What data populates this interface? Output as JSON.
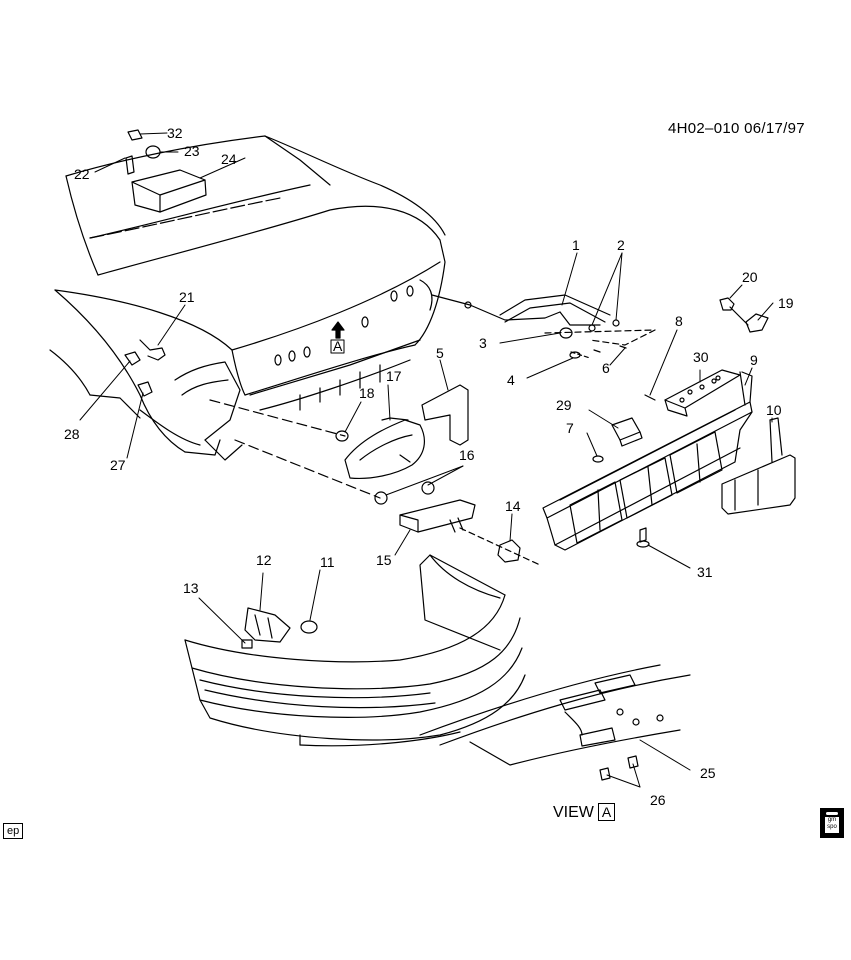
{
  "header": {
    "drawing_code": "4H02–010  06/17/97"
  },
  "view_label": {
    "text": "VIEW",
    "ref": "A"
  },
  "markers": {
    "view_ref_on_body": "A"
  },
  "callouts": [
    {
      "id": "c1",
      "label": "1"
    },
    {
      "id": "c2",
      "label": "2"
    },
    {
      "id": "c3",
      "label": "3"
    },
    {
      "id": "c4",
      "label": "4"
    },
    {
      "id": "c5",
      "label": "5"
    },
    {
      "id": "c6",
      "label": "6"
    },
    {
      "id": "c7",
      "label": "7"
    },
    {
      "id": "c8",
      "label": "8"
    },
    {
      "id": "c9",
      "label": "9"
    },
    {
      "id": "c10",
      "label": "10"
    },
    {
      "id": "c11",
      "label": "11"
    },
    {
      "id": "c12",
      "label": "12"
    },
    {
      "id": "c13",
      "label": "13"
    },
    {
      "id": "c14",
      "label": "14"
    },
    {
      "id": "c15",
      "label": "15"
    },
    {
      "id": "c16",
      "label": "16"
    },
    {
      "id": "c17",
      "label": "17"
    },
    {
      "id": "c18",
      "label": "18"
    },
    {
      "id": "c19",
      "label": "19"
    },
    {
      "id": "c20",
      "label": "20"
    },
    {
      "id": "c21",
      "label": "21"
    },
    {
      "id": "c22",
      "label": "22"
    },
    {
      "id": "c23",
      "label": "23"
    },
    {
      "id": "c24",
      "label": "24"
    },
    {
      "id": "c25",
      "label": "25"
    },
    {
      "id": "c26",
      "label": "26"
    },
    {
      "id": "c27",
      "label": "27"
    },
    {
      "id": "c28",
      "label": "28"
    },
    {
      "id": "c29",
      "label": "29"
    },
    {
      "id": "c30",
      "label": "30"
    },
    {
      "id": "c31",
      "label": "31"
    },
    {
      "id": "c32",
      "label": "32"
    }
  ],
  "footer": {
    "ep_tag": "ep",
    "logo_text": "gm\nspo"
  },
  "colors": {
    "line": "#000000",
    "background": "#ffffff"
  }
}
